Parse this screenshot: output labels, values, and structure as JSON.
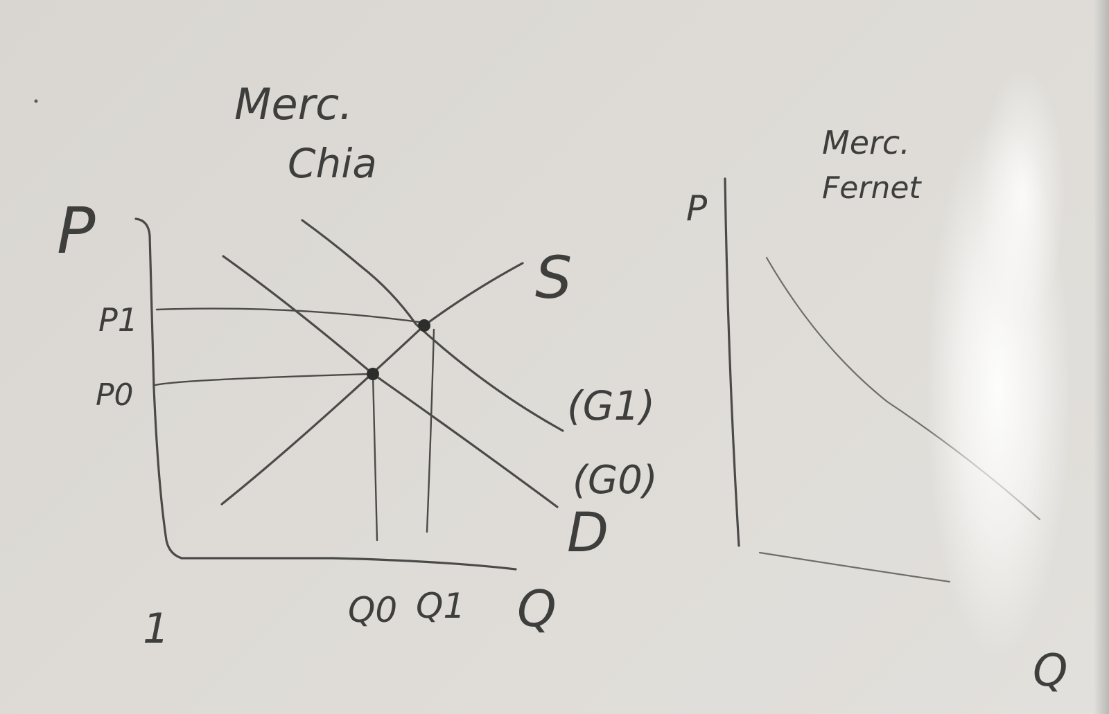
{
  "colors": {
    "board": "#dedbd6",
    "ink": "#4a4a48",
    "dot": "#2d2d2b"
  },
  "left_graph": {
    "title_line1": "Merc.",
    "title_line2": "Chia",
    "price_axis_label": "P",
    "quantity_axis_label": "Q",
    "price_labels": [
      "P1",
      "P0"
    ],
    "quantity_labels": [
      "Q0",
      "Q1"
    ],
    "supply_label": "S",
    "demand_shift_labels": [
      "(G1)",
      "(G0)"
    ],
    "demand_label": "D",
    "figure_number": "1"
  },
  "right_graph": {
    "title_line1": "Merc.",
    "title_line2": "Fernet",
    "price_axis_label": "P",
    "quantity_axis_label": "Q"
  }
}
